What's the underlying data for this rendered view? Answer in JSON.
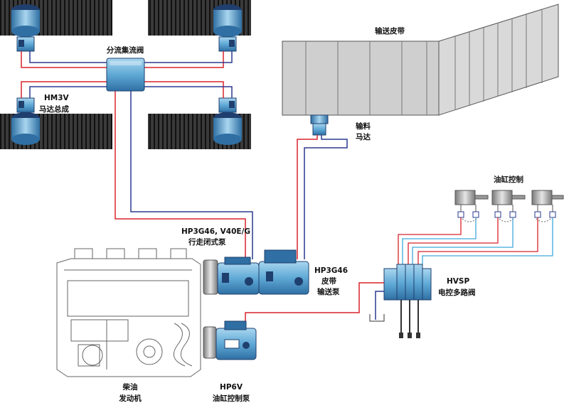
{
  "colors": {
    "pressure_line": "#d8242b",
    "return_line": "#2b3a8f",
    "control_line": "#3fa9dc",
    "component_blue": "#6fb4dc",
    "component_dark": "#1f3f6e",
    "track_gray": "#2a2a2a",
    "conveyor_gray": "#c8c8c8",
    "engine_line": "#666666"
  },
  "icons": [
    "crawler-track",
    "travel-motor",
    "flow-divider-valve",
    "conveyor-belt",
    "conveyor-motor",
    "hydraulic-pump",
    "diesel-engine",
    "hydraulic-cylinder",
    "multi-way-valve"
  ],
  "labels": {
    "flow_divider": "分流集流阀",
    "conveyor_belt": "输送皮带",
    "motor_assembly_model": "HM3V",
    "motor_assembly_name": "马达总成",
    "conveyor_motor_line1": "输料",
    "conveyor_motor_line2": "马达",
    "cylinder_control": "油缸控制",
    "travel_pump_model": "HP3G46, V40E/G",
    "travel_pump_name": "行走闭式泵",
    "belt_pump_model": "HP3G46",
    "belt_pump_line2": "皮带",
    "belt_pump_line3": "输送泵",
    "valve_model": "HVSP",
    "valve_name": "电控多路阀",
    "engine_line1": "柴油",
    "engine_line2": "发动机",
    "cylinder_pump_model": "HP6V",
    "cylinder_pump_name": "油缸控制泵"
  }
}
